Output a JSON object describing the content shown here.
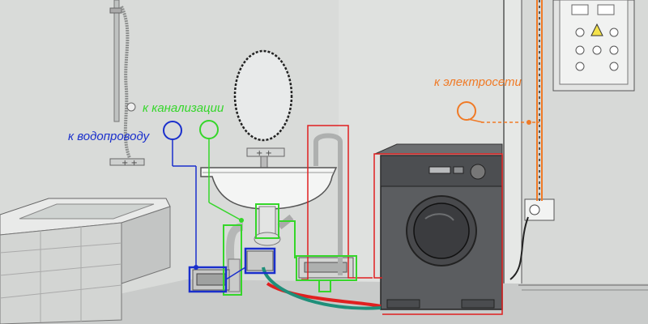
{
  "labels": {
    "water_supply": "к водопроводу",
    "sewer": "к канализации",
    "power": "к электросети"
  },
  "colors": {
    "water_supply": "#1a2fcc",
    "sewer": "#35d62a",
    "power": "#f07a26",
    "drain_hose": "#e02020",
    "inlet_hose": "#1f8f7a"
  }
}
